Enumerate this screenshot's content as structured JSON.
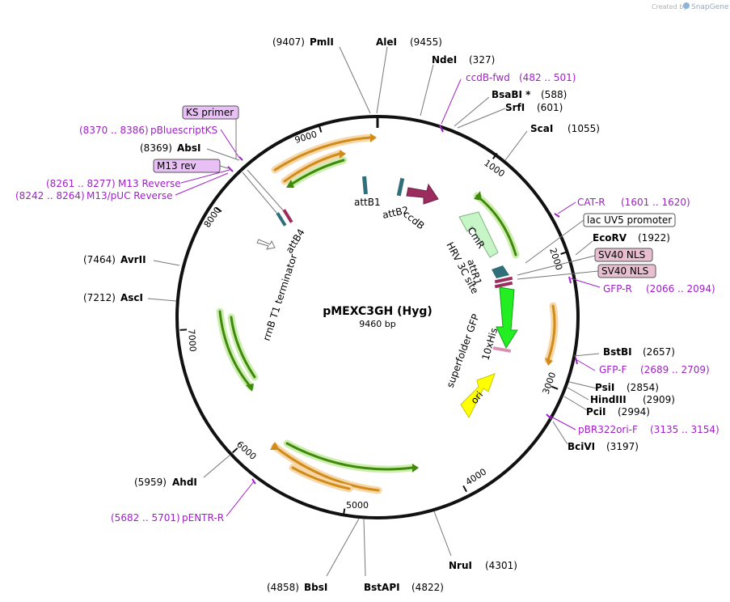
{
  "credit": {
    "created_by": "Created by",
    "brand": "SnapGene"
  },
  "plasmid": {
    "name": "pMEXC3GH (Hyg)",
    "size": "9460 bp"
  },
  "ticks": [
    "1000",
    "2000",
    "3000",
    "4000",
    "5000",
    "6000",
    "7000",
    "8000",
    "9000"
  ],
  "sites": [
    {
      "pos": "(9407)",
      "name": "PmlI"
    },
    {
      "pos": "(9455)",
      "name": "AleI"
    },
    {
      "pos": "(327)",
      "name": "NdeI"
    },
    {
      "pos": "(588)",
      "name": "BsaBI *"
    },
    {
      "pos": "(601)",
      "name": "SrfI"
    },
    {
      "pos": "(1055)",
      "name": "ScaI"
    },
    {
      "pos": "(1922)",
      "name": "EcoRV"
    },
    {
      "pos": "(2657)",
      "name": "BstBI"
    },
    {
      "pos": "(2854)",
      "name": "PsiI"
    },
    {
      "pos": "(2909)",
      "name": "HindIII"
    },
    {
      "pos": "(2994)",
      "name": "PciI"
    },
    {
      "pos": "(3197)",
      "name": "BciVI"
    },
    {
      "pos": "(4301)",
      "name": "NruI"
    },
    {
      "pos": "(4822)",
      "name": "BstAPI"
    },
    {
      "pos": "(4858)",
      "name": "BbsI"
    },
    {
      "pos": "(5959)",
      "name": "AhdI"
    },
    {
      "pos": "(7212)",
      "name": "AscI"
    },
    {
      "pos": "(7464)",
      "name": "AvrII"
    },
    {
      "pos": "(8369)",
      "name": "AbsI"
    }
  ],
  "primers": [
    {
      "name": "ccdB-fwd",
      "range": "(482 .. 501)"
    },
    {
      "name": "CAT-R",
      "range": "(1601 .. 1620)"
    },
    {
      "name": "GFP-R",
      "range": "(2066 .. 2094)"
    },
    {
      "name": "GFP-F",
      "range": "(2689 .. 2709)"
    },
    {
      "name": "pBR322ori-F",
      "range": "(3135 .. 3154)"
    },
    {
      "name": "pENTR-R",
      "range": "(5682 .. 5701)"
    },
    {
      "name": "pBluescriptKS",
      "range": "(8370 .. 8386)"
    },
    {
      "name": "M13 Reverse",
      "range": "(8261 .. 8277)"
    },
    {
      "name": "M13/pUC Reverse",
      "range": "(8242 .. 8264)"
    }
  ],
  "boxes": {
    "ks_primer": "KS primer",
    "m13_rev": "M13 rev",
    "lac_uv5": "lac UV5 promoter",
    "sv40_1": "SV40 NLS",
    "sv40_2": "SV40 NLS"
  },
  "features": {
    "attB1": "attB1",
    "attB2": "attB2",
    "ccdB": "ccdB",
    "CmR": "CmR",
    "attR1": "attR1",
    "hrv": "HRV 3C site",
    "sfgfp": "superfolder GFP",
    "his": "10xHis",
    "ori": "ori",
    "attB4": "attB4",
    "rrnb": "rrnB T1 terminator"
  },
  "colors": {
    "backbone": "#111111",
    "primer": "#a020c8",
    "orange_feature": "#f0b04a",
    "green_feature": "#5fa80f",
    "gfp": "#22ee22",
    "cmr": "#c8f5c8",
    "ccdb": "#9b2d5e",
    "ori": "#ffff00",
    "att": "#2e6f7a",
    "nls_box": "#e8bfd0",
    "primer_box": "#e8c0f5"
  }
}
